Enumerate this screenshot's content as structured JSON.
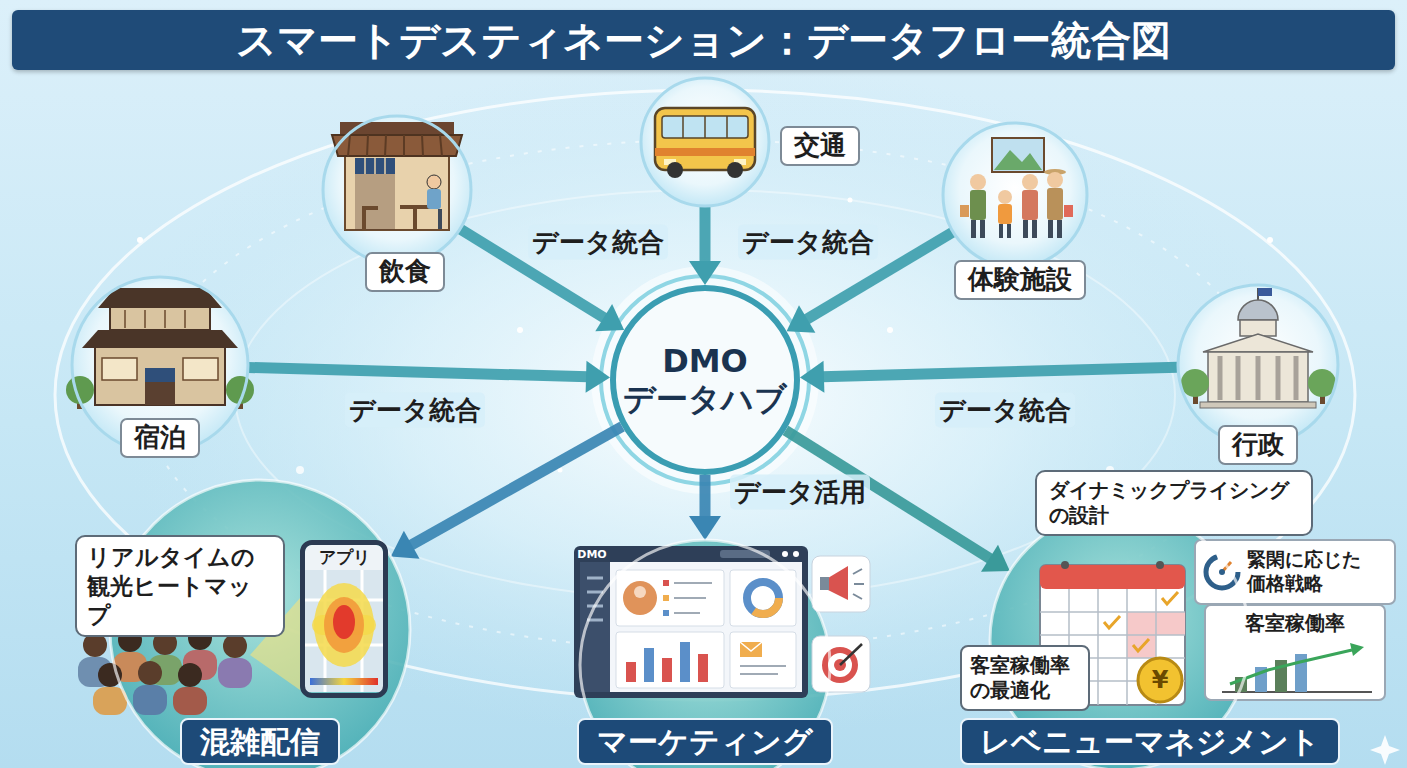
{
  "diagram": {
    "title": "スマートデスティネーション：データフロー統合図",
    "nodes": [
      {
        "text": [
          "飲食"
        ]
      },
      {
        "text": [
          "交通"
        ]
      },
      {
        "text": [
          "体験施設"
        ]
      },
      {
        "text": [
          "宿泊"
        ]
      },
      {
        "text": [
          "DMO データハブ"
        ]
      },
      {
        "text": [
          "行政"
        ]
      },
      {
        "text": [
          "混雑配信"
        ]
      },
      {
        "text": [
          "リアルタイムの観光ヒートマップ"
        ],
        "in": 6
      },
      {
        "text": [
          "アプリ"
        ],
        "in": 6
      },
      {
        "text": [
          "マーケティング"
        ]
      },
      {
        "text": [
          "レベニューマネジメント"
        ]
      },
      {
        "text": [
          "ダイナミックプライシングの設計"
        ],
        "in": 10
      },
      {
        "text": [
          "緊閑に応じた価格戦略"
        ],
        "in": 10
      },
      {
        "text": [
          "客室稼働率"
        ],
        "in": 10
      },
      {
        "text": [
          "客室稼働率の最適化"
        ],
        "in": 10
      }
    ],
    "edges": [
      {
        "from": 0,
        "to": 4,
        "arrow": "to",
        "label": "データ統合"
      },
      {
        "from": 1,
        "to": 4,
        "arrow": "to"
      },
      {
        "from": 2,
        "to": 4,
        "arrow": "to",
        "label": "データ統合"
      },
      {
        "from": 3,
        "to": 4,
        "arrow": "to",
        "label": "データ統合"
      },
      {
        "from": 5,
        "to": 4,
        "arrow": "to",
        "label": "データ統合"
      },
      {
        "from": 4,
        "to": 6,
        "arrow": "to"
      },
      {
        "from": 4,
        "to": 9,
        "arrow": "to",
        "label": "データ活用"
      },
      {
        "from": 4,
        "to": 10,
        "arrow": "to"
      }
    ],
    "labels": [
      "DMO",
      "¥"
    ]
  }
}
